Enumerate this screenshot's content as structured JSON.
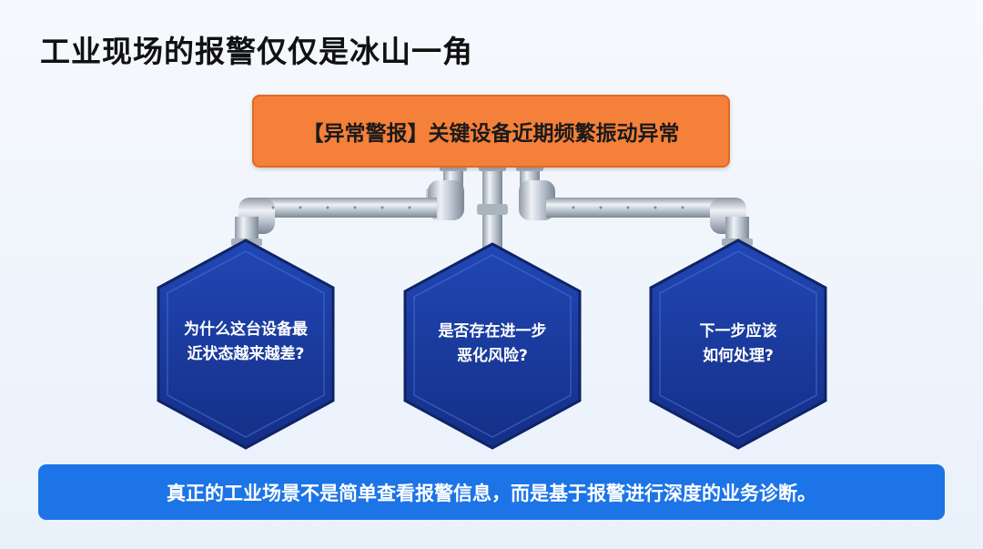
{
  "title": "工业现场的报警仅仅是冰山一角",
  "alert": "【异常警报】关键设备近期频繁振动异常",
  "questions": [
    {
      "line1": "为什么这台设备最",
      "line2": "近状态越来越差?"
    },
    {
      "line1": "是否存在进一步",
      "line2": "恶化风险?"
    },
    {
      "line1": "下一步应该",
      "line2": "如何处理?"
    }
  ],
  "conclusion": "真正的工业场景不是简单查看报警信息，而是基于报警进行深度的业务诊断。",
  "colors": {
    "alert_fill": "#f5803a",
    "hexagon_fill": "#1a3fa8",
    "bar_fill": "#1c74e6",
    "pipe": "#b9c3cf"
  }
}
